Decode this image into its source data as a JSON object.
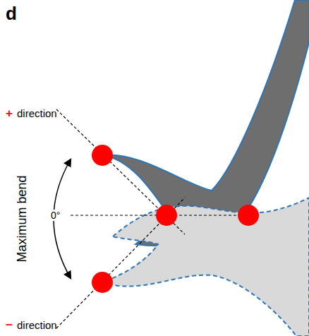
{
  "diagram": {
    "labels": [
      "d",
      "+",
      "direction",
      "Maximum bend",
      "0°",
      "−",
      "direction"
    ]
  }
}
